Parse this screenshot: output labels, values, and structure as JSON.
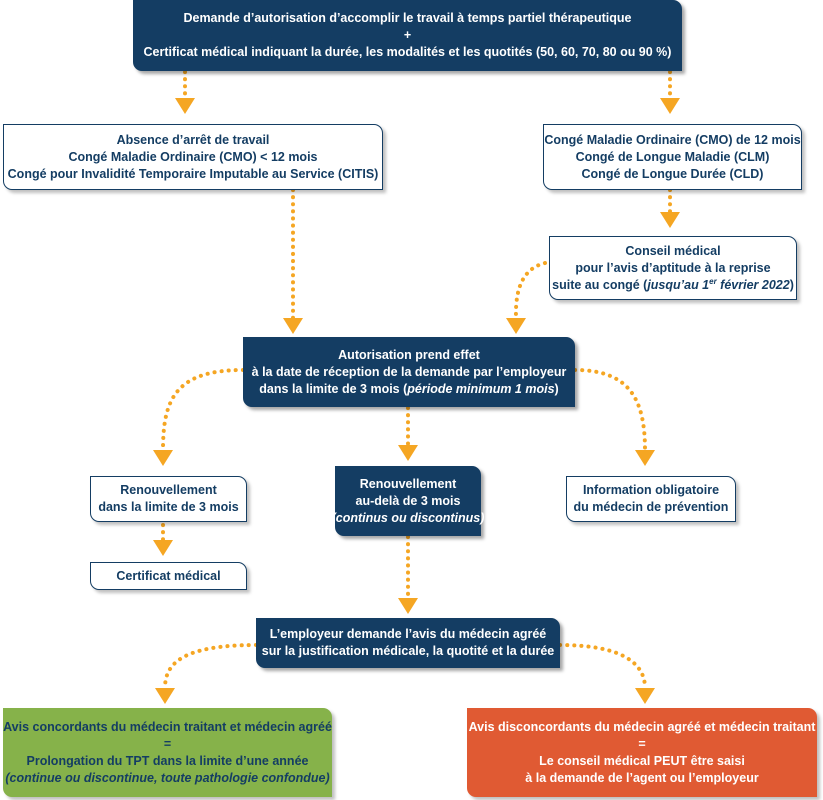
{
  "boxes": {
    "top": {
      "line1": "Demande d’autorisation d’accomplir le travail à temps partiel thérapeutique",
      "plus": "+",
      "line3": "Certificat médical indiquant la durée, les modalités et les quotités (50, 60, 70, 80 ou 90 %)"
    },
    "left_conditions": {
      "line1": "Absence d’arrêt de travail",
      "line2": "Congé Maladie Ordinaire (CMO) < 12 mois",
      "line3": "Congé pour Invalidité Temporaire Imputable au Service (CITIS)"
    },
    "right_conditions": {
      "line1": "Congé Maladie Ordinaire (CMO) de 12 mois",
      "line2": "Congé de Longue Maladie (CLM)",
      "line3": "Congé de Longue Durée (CLD)"
    },
    "conseil": {
      "line1": "Conseil médical",
      "line2": "pour l’avis d’aptitude à la reprise",
      "line3_a": "suite au congé (",
      "line3_b": "jusqu’au 1",
      "line3_sup": "er",
      "line3_c": " février 2022",
      "line3_d": ")"
    },
    "effet": {
      "line1": "Autorisation prend effet",
      "line2": "à la date de réception de la demande par l’employeur",
      "line3_a": "dans la limite de 3 mois (",
      "line3_b": "période minimum 1 mois",
      "line3_c": ")"
    },
    "renouv_limite": {
      "line1": "Renouvellement",
      "line2": "dans la limite de 3 mois"
    },
    "certificat": {
      "line1": "Certificat médical"
    },
    "renouv_dela": {
      "line1": "Renouvellement",
      "line2": "au-delà de 3 mois",
      "line3": "(continus ou discontinus)"
    },
    "information": {
      "line1": "Information obligatoire",
      "line2": "du médecin de prévention"
    },
    "employeur": {
      "line1": "L’employeur demande l’avis du médecin agréé",
      "line2": "sur la justification médicale, la quotité et la durée"
    },
    "concordants": {
      "line1": "Avis concordants du médecin traitant et médecin agréé",
      "equals": "=",
      "line3": "Prolongation du TPT dans la limite d’une année",
      "line4": "(continue ou discontinue, toute pathologie confondue)"
    },
    "disconcordants": {
      "line1": "Avis disconcordants du médecin agréé et médecin traitant",
      "equals": "=",
      "line3": "Le conseil médical  PEUT être saisi",
      "line4": "à la demande de l’agent ou l’employeur"
    }
  },
  "colors": {
    "navy": "#143d63",
    "arrow": "#f5a623",
    "green": "#86b24a",
    "red": "#e05a33"
  }
}
